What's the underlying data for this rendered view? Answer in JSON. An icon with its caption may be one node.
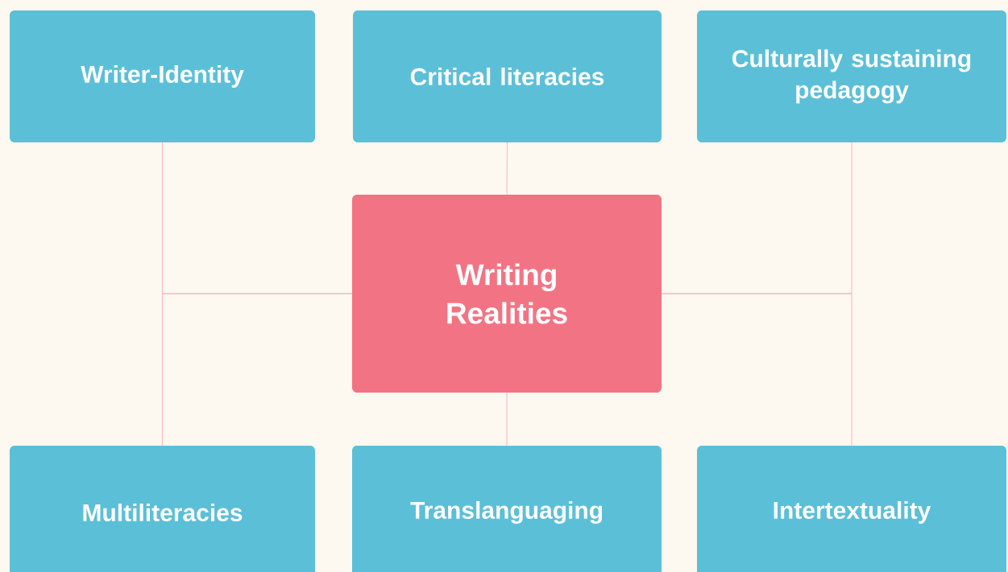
{
  "diagram": {
    "nodes": [
      {
        "text": [
          "Writer-Identity"
        ]
      },
      {
        "text": [
          "Critical literacies"
        ]
      },
      {
        "text": [
          "Culturally sustaining pedagogy"
        ]
      },
      {
        "text": [
          "Writing Realities"
        ]
      },
      {
        "text": [
          "Multiliteracies"
        ]
      },
      {
        "text": [
          "Translanguaging"
        ]
      },
      {
        "text": [
          "Intertextuality"
        ]
      }
    ],
    "edges": [
      {
        "from": 3,
        "to": 0,
        "arrow": "none"
      },
      {
        "from": 3,
        "to": 1,
        "arrow": "none"
      },
      {
        "from": 3,
        "to": 2,
        "arrow": "none"
      },
      {
        "from": 3,
        "to": 4,
        "arrow": "none"
      },
      {
        "from": 3,
        "to": 5,
        "arrow": "none"
      },
      {
        "from": 3,
        "to": 6,
        "arrow": "none"
      }
    ]
  }
}
